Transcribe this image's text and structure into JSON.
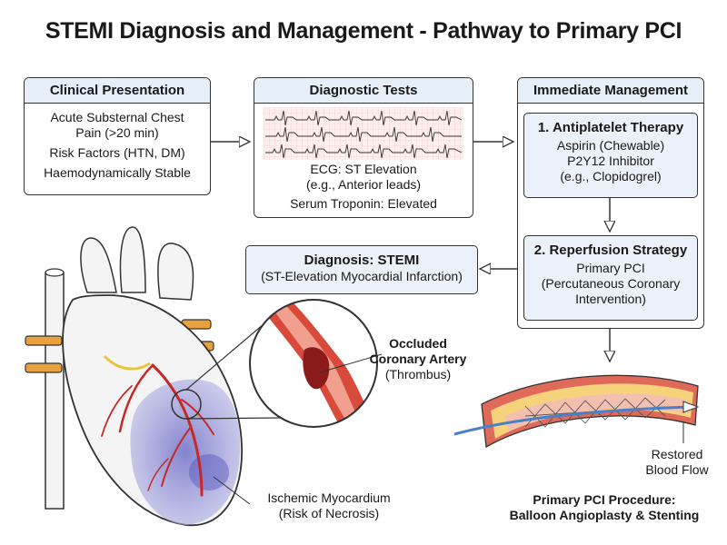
{
  "title": "STEMI Diagnosis and Management - Pathway to Primary PCI",
  "clinical": {
    "heading": "Clinical Presentation",
    "lines": [
      "Acute Substernal Chest",
      "Pain (>20 min)",
      "Risk Factors (HTN, DM)",
      "Haemodynamically Stable"
    ]
  },
  "diagnostic": {
    "heading": "Diagnostic Tests",
    "ecg_lines": [
      "ECG: ST Elevation",
      "(e.g., Anterior leads)"
    ],
    "troponin": "Serum Troponin: Elevated"
  },
  "management": {
    "heading": "Immediate Management",
    "antiplatelet": {
      "title": "1. Antiplatelet Therapy",
      "lines": [
        "Aspirin (Chewable)",
        "P2Y12 Inhibitor",
        "(e.g., Clopidogrel)"
      ]
    },
    "reperfusion": {
      "title": "2. Reperfusion Strategy",
      "lines": [
        "Primary PCI",
        "(Percutaneous Coronary",
        "Intervention)"
      ]
    }
  },
  "diagnosis": {
    "title": "Diagnosis: STEMI",
    "subtitle": "(ST-Elevation Myocardial Infarction)"
  },
  "labels": {
    "occluded_1": "Occluded",
    "occluded_2": "Coronary Artery",
    "occluded_3": "(Thrombus)",
    "ischemic_1": "Ischemic Myocardium",
    "ischemic_2": "(Risk of Necrosis)",
    "restored_1": "Restored",
    "restored_2": "Blood Flow",
    "procedure_1": "Primary PCI Procedure:",
    "procedure_2": "Balloon Angioplasty & Stenting"
  },
  "colors": {
    "header_fill": "#e6eef7",
    "subbox_fill": "#eaf1f9",
    "heart_fill": "#f4f4f4",
    "artery_red": "#c62828",
    "ischemic_purple": "#7f7fcf",
    "vessel_orange": "#e9a23b",
    "ecg_grid": "#f3c2c2"
  }
}
